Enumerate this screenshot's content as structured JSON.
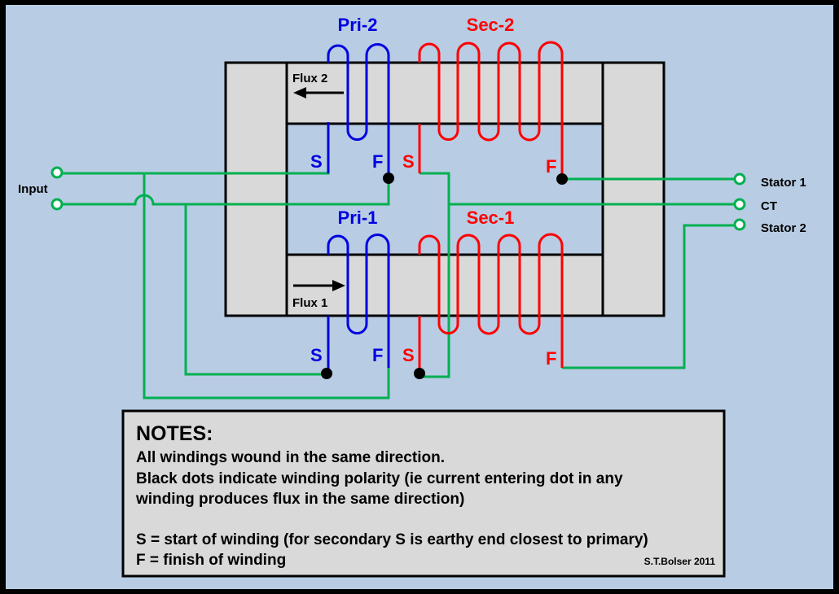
{
  "labels": {
    "pri2": "Pri-2",
    "sec2": "Sec-2",
    "pri1": "Pri-1",
    "sec1": "Sec-1",
    "flux2": "Flux 2",
    "flux1": "Flux 1",
    "input": "Input",
    "stator1": "Stator 1",
    "ct": "CT",
    "stator2": "Stator 2",
    "start": "S",
    "finish": "F"
  },
  "notes": {
    "heading": "NOTES:",
    "lines": [
      "All windings wound in the same direction.",
      "Black dots indicate winding polarity (ie current entering dot in any",
      "winding produces flux in the same direction)",
      "S = start of winding (for secondary S is earthy end closest to primary)",
      "F = finish of winding"
    ],
    "signature": "S.T.Bolser 2011"
  },
  "colors": {
    "background": "#b8cce4",
    "core": "#d9d9d9",
    "primary": "#0000e0",
    "secondary": "#ff0000",
    "wire": "#00b050"
  }
}
